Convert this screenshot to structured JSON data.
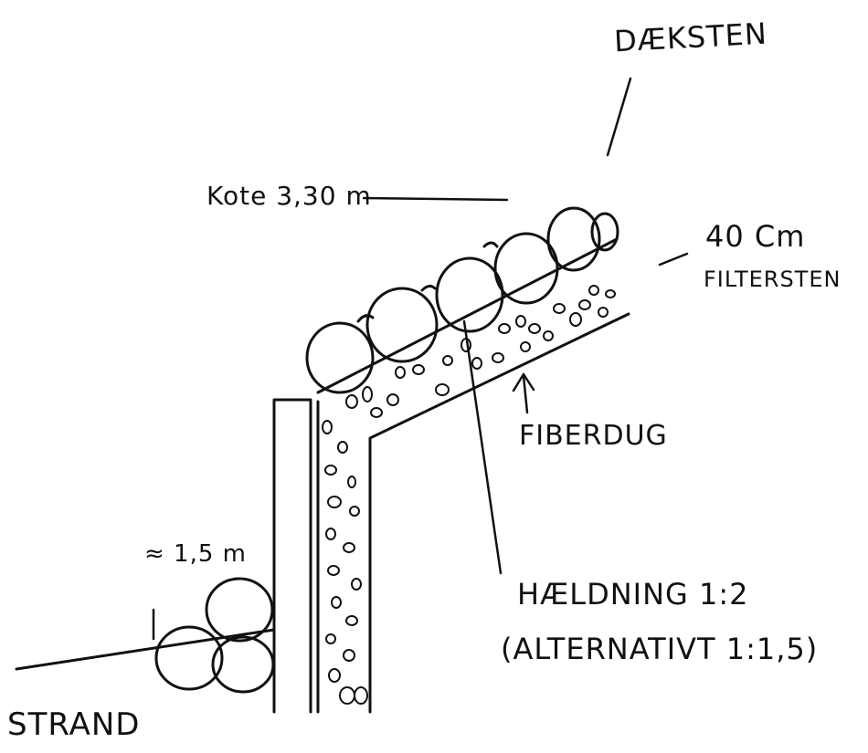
{
  "labels": {
    "cap_stone": "DÆKSTEN",
    "crest_level": "Kote 3,30 m",
    "filter_thickness": "40 Cm",
    "filter_stone": "FILTERSTEN",
    "geotextile": "FIBERDUG",
    "slope": "HÆLDNING 1:2",
    "slope_alt": "(ALTERNATIVT 1:1,5)",
    "toe_width": "≈ 1,5 m",
    "beach": "STRAND"
  }
}
